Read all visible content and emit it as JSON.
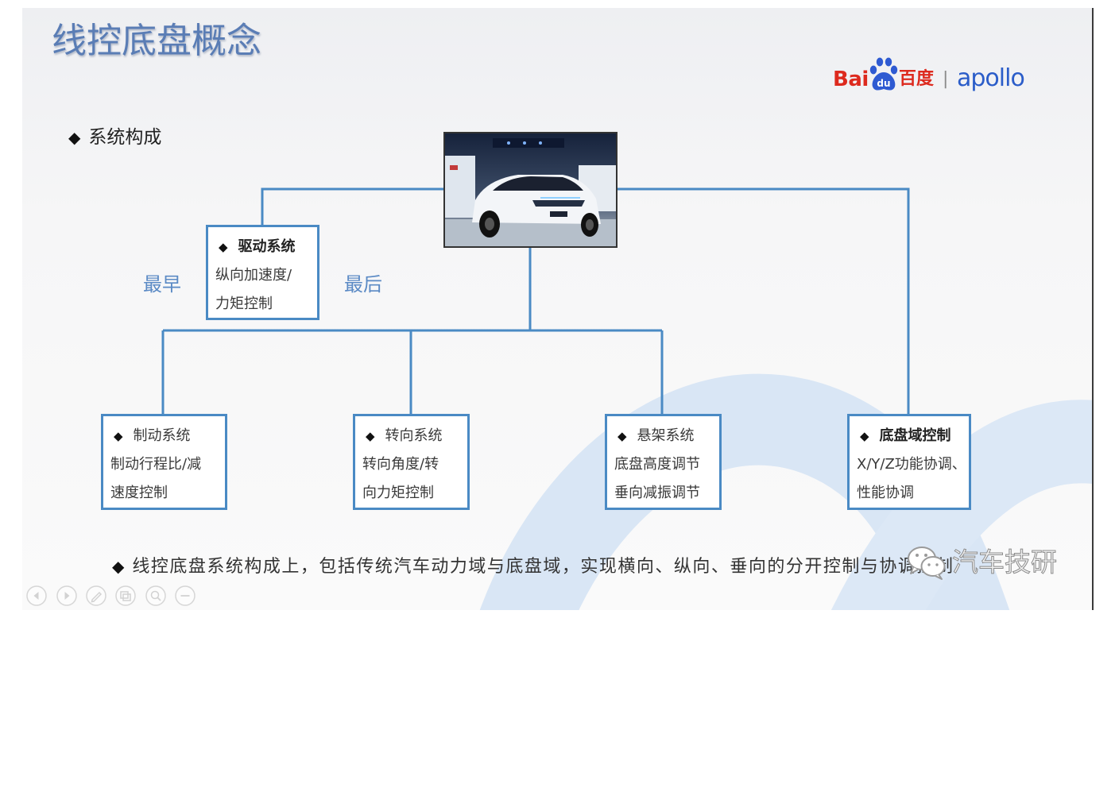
{
  "title": "线控底盘概念",
  "logo": {
    "brand_left": "Bai",
    "paw_text": "du",
    "brand_cn": "百度",
    "divider": "|",
    "product": "apollo"
  },
  "bullet_symbol": "◆",
  "section_bullet": "系统构成",
  "diagram": {
    "root_image": "car-photo",
    "nodes": [
      {
        "id": "drive",
        "heading": "驱动系统",
        "lines": [
          "纵向加速度/",
          "力矩控制"
        ]
      },
      {
        "id": "brake",
        "heading": "制动系统",
        "lines": [
          "制动行程比/减",
          "速度控制"
        ]
      },
      {
        "id": "steering",
        "heading": "转向系统",
        "lines": [
          "转向角度/转",
          "向力矩控制"
        ]
      },
      {
        "id": "suspension",
        "heading": "悬架系统",
        "lines": [
          "底盘高度调节",
          "垂向减振调节"
        ]
      },
      {
        "id": "chassis-domain",
        "heading": "底盘域控制",
        "lines": [
          "X/Y/Z功能协调、",
          "性能协调"
        ]
      }
    ],
    "labels": {
      "earliest": "最早",
      "latest": "最后"
    }
  },
  "summary": "线控底盘系统构成上，包括传统汽车动力域与底盘域，实现横向、纵向、垂向的分开控制与协调控制",
  "watermark": {
    "icon": "wechat-icon",
    "text": "汽车技研"
  },
  "presentation_toolbar": {
    "icons": [
      "arrow-left-icon",
      "arrow-right-icon",
      "pen-icon",
      "slides-icon",
      "zoom-icon",
      "more-icon"
    ]
  },
  "colors": {
    "accent": "#4a8ac4",
    "title": "#5a7db5",
    "label": "#5b8ac5",
    "logo_red": "#dd2a1e",
    "logo_blue": "#2b5dc9",
    "swoosh": "#d9e6f5"
  }
}
